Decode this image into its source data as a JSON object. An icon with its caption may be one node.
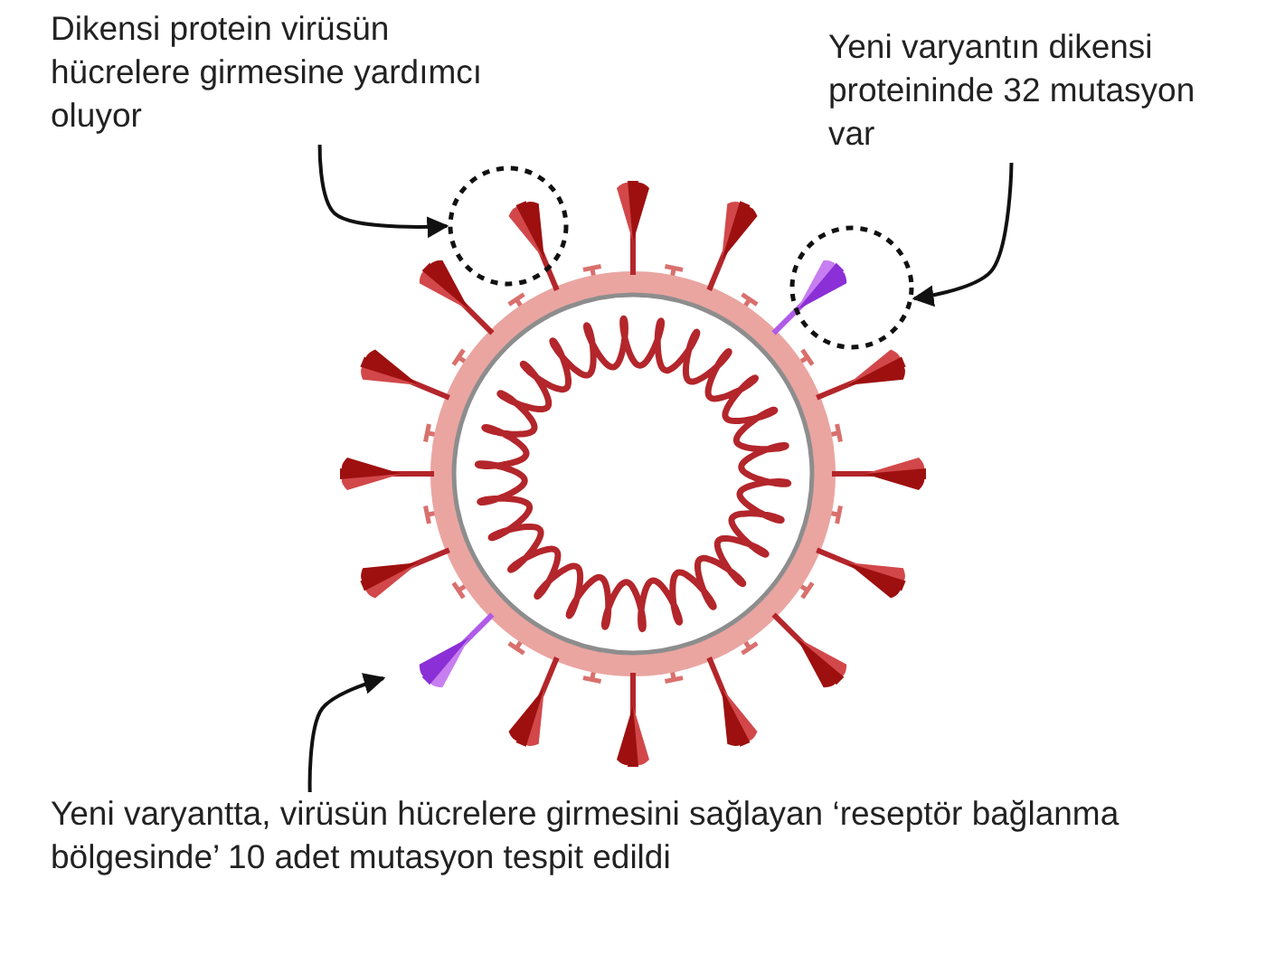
{
  "diagram": {
    "nodes": [
      {
        "text": [
          "Dikensi protein virüsün hücrelere girmesine yardımcı oluyor"
        ]
      },
      {
        "text": [],
        "shape": "circle"
      },
      {
        "text": [
          "Yeni varyantın dikensi proteininde 32 mutasyon var"
        ]
      },
      {
        "text": [],
        "shape": "circle"
      },
      {
        "text": [
          "Yeni varyantta, virüsün hücrelere girmesini sağlayan ‘reseptör bağlanma bölgesinde’ 10 adet mutasyon tespit edildi"
        ]
      }
    ],
    "edges": [
      {
        "from": 0,
        "to": 1,
        "arrow": "to"
      },
      {
        "from": 2,
        "to": 3,
        "arrow": "to"
      },
      {
        "from": 4,
        "to": null,
        "arrow": "to"
      }
    ]
  }
}
